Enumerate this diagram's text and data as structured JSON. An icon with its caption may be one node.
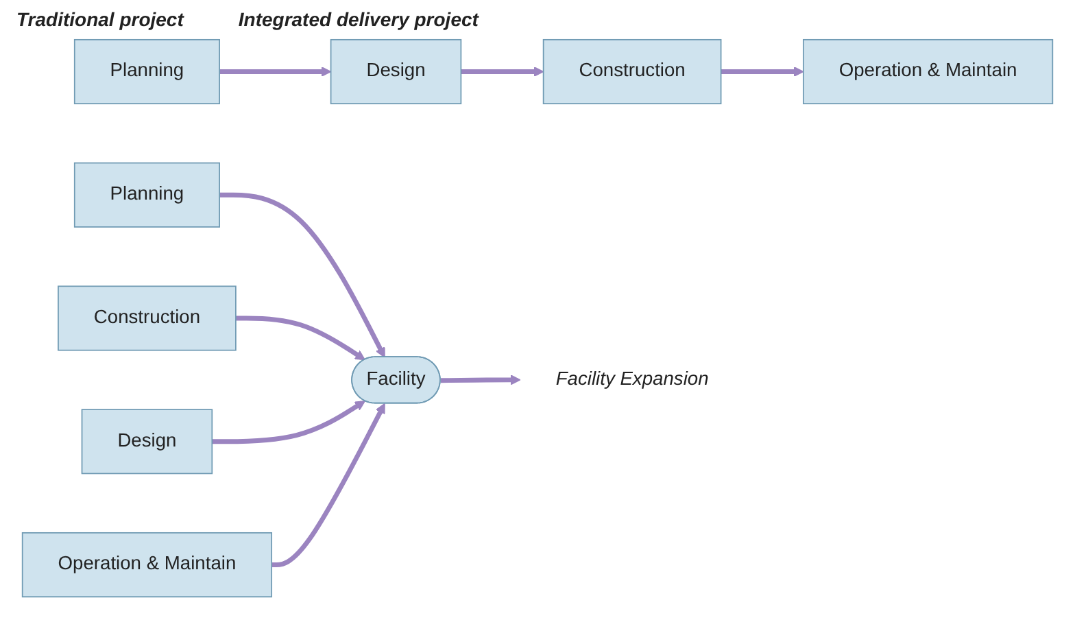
{
  "diagram": {
    "nodes": [
      {
        "text": [
          "Planning"
        ]
      },
      {
        "text": [
          "Design"
        ]
      },
      {
        "text": [
          "Construction"
        ]
      },
      {
        "text": [
          "Operation & Maintain"
        ]
      },
      {
        "text": [
          "Planning"
        ]
      },
      {
        "text": [
          "Construction"
        ]
      },
      {
        "text": [
          "Facility"
        ]
      },
      {
        "text": [
          "Design"
        ]
      },
      {
        "text": [
          "Operation & Maintain"
        ]
      },
      {
        "text": [
          "Facility Expansion"
        ]
      }
    ],
    "edges": [
      {
        "from": 0,
        "to": 1,
        "arrow": "to"
      },
      {
        "from": 1,
        "to": 2,
        "arrow": "to"
      },
      {
        "from": 2,
        "to": 3,
        "arrow": "to"
      },
      {
        "from": 4,
        "to": 6,
        "arrow": "to"
      },
      {
        "from": 5,
        "to": 6,
        "arrow": "to"
      },
      {
        "from": 7,
        "to": 6,
        "arrow": "to"
      },
      {
        "from": 8,
        "to": 6,
        "arrow": "to"
      },
      {
        "from": 6,
        "to": 9,
        "arrow": "to"
      }
    ],
    "labels": [
      "Traditional project",
      "Integrated delivery project"
    ]
  }
}
